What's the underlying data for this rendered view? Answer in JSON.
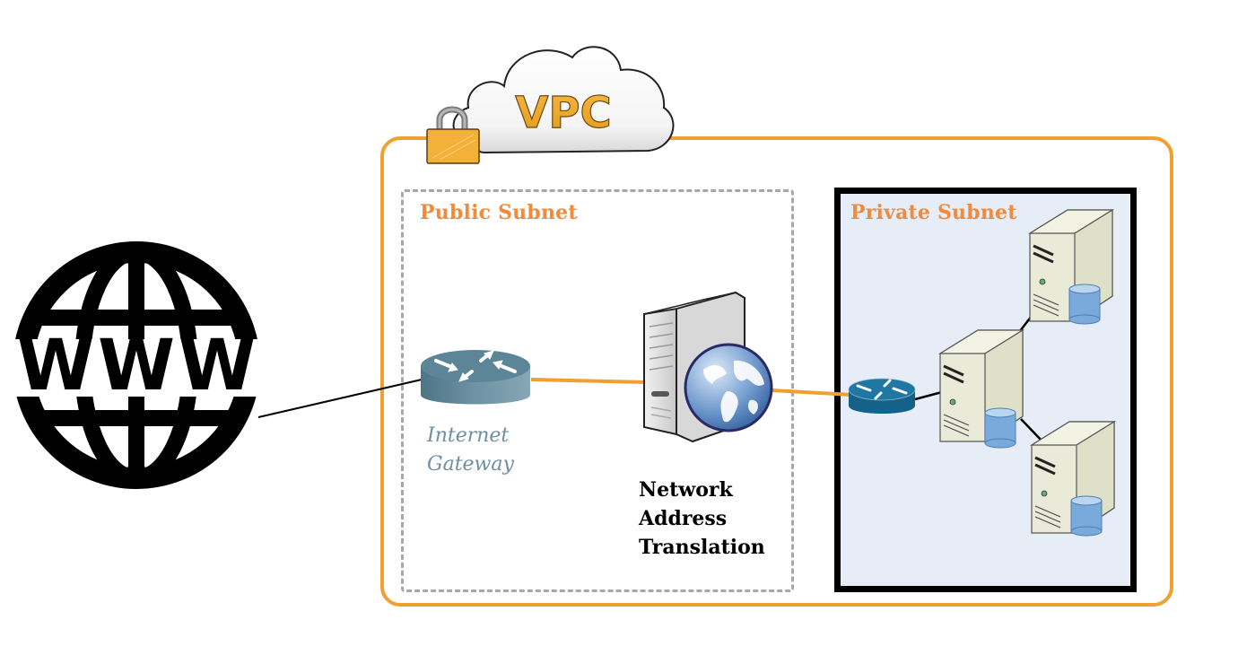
{
  "diagram": {
    "vpc": {
      "label": "VPC",
      "border_color": "#f0a030",
      "icons": [
        "cloud-icon",
        "lock-icon"
      ]
    },
    "internet": {
      "label": "WWW",
      "letters": [
        "W",
        "W",
        "W"
      ],
      "icon": "globe-www-icon"
    },
    "public_subnet": {
      "title": "Public Subnet",
      "internet_gateway": {
        "icon": "router-icon",
        "label_lines": [
          "Internet",
          "Gateway"
        ]
      },
      "nat": {
        "icon": "server-globe-icon",
        "label_lines": [
          "Network",
          "Address",
          "Translation"
        ]
      }
    },
    "private_subnet": {
      "title": "Private Subnet",
      "router": {
        "icon": "router-icon"
      },
      "servers": [
        {
          "icon": "database-server-icon",
          "position": "center"
        },
        {
          "icon": "database-server-icon",
          "position": "top-right"
        },
        {
          "icon": "database-server-icon",
          "position": "bottom-right"
        }
      ]
    },
    "connections": [
      {
        "from": "internet",
        "to": "internet_gateway",
        "color": "#000000"
      },
      {
        "from": "internet_gateway",
        "to": "nat",
        "color": "#f0a030"
      },
      {
        "from": "nat",
        "to": "private_router",
        "color": "#f0a030"
      },
      {
        "from": "private_router",
        "to": "server-center",
        "color": "#000000"
      },
      {
        "from": "server-center",
        "to": "server-top-right",
        "color": "#000000"
      },
      {
        "from": "server-center",
        "to": "server-bottom-right",
        "color": "#000000"
      }
    ],
    "colors": {
      "accent_orange": "#f08a3c",
      "vpc_orange": "#f0a030",
      "private_bg": "#e6edf7",
      "router_public": "#5f8798",
      "router_private": "#1c6a94"
    }
  }
}
